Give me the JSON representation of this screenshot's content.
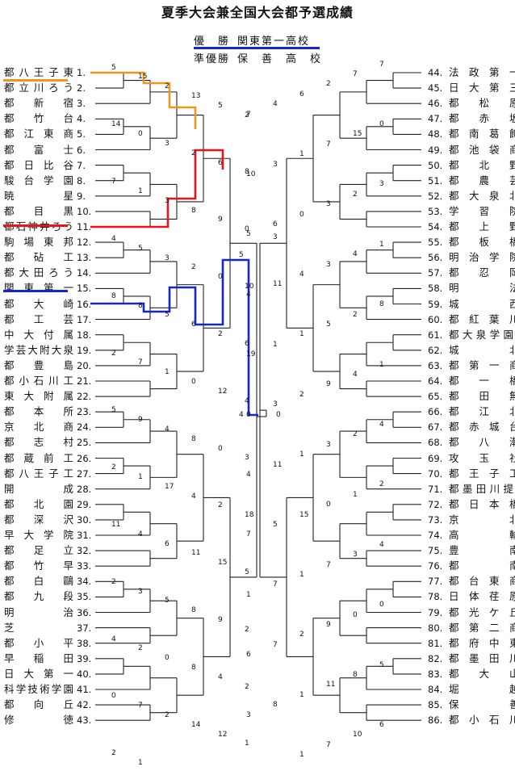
{
  "title": "夏季大会兼全国大会都予選成績",
  "champion": {
    "label": "優　勝",
    "team": "関東第一高校"
  },
  "runner_up": {
    "label": "準優勝",
    "team": "保　善　高　校"
  },
  "colors": {
    "orange": "#f0961e",
    "red": "#e8141e",
    "blue": "#1428d2",
    "line": "#222222"
  },
  "left_teams": [
    "都八王子東",
    "都立川ろう",
    "都　新　宿",
    "都　竹　台",
    "都江東商",
    "都　富　士",
    "都日比谷",
    "駿台学園",
    "暁　　　星",
    "都　目　黒",
    "都石神井ろう",
    "駒場東邦",
    "都　砧　工",
    "都大田ろう",
    "関東第一",
    "都　大　崎",
    "都　工　芸",
    "中大付属",
    "学芸大附大泉",
    "都　豊　島",
    "都小石川工",
    "東大附属",
    "都　本　所",
    "京　北　商",
    "都　志　村",
    "都蔵前工",
    "都八王子工",
    "開　　　成",
    "都　北　園",
    "都　深　沢",
    "早大学院",
    "都　足　立",
    "都　竹　早",
    "都　白　鷗",
    "都　九　段",
    "明　　　治",
    "芝",
    "都　小　平",
    "早　稲　田",
    "日大第一",
    "科学技術学園",
    "都　向　丘",
    "修　　　徳"
  ],
  "left_nums": [
    "1.",
    "2.",
    "3.",
    "4.",
    "5.",
    "6.",
    "7.",
    "8.",
    "9.",
    "10.",
    "11.",
    "12.",
    "13.",
    "14.",
    "15.",
    "16.",
    "17.",
    "18.",
    "19.",
    "20.",
    "21.",
    "22.",
    "23.",
    "24.",
    "25.",
    "26.",
    "27.",
    "28.",
    "29.",
    "30.",
    "31.",
    "32.",
    "33.",
    "34.",
    "35.",
    "36.",
    "37.",
    "38.",
    "39.",
    "40.",
    "41.",
    "42.",
    "43."
  ],
  "right_teams": [
    "法　政　第　一",
    "日　大　第　三",
    "都　　松　　原",
    "都　　赤　　坂",
    "都　南　葛　飾",
    "都　池　袋　商",
    "都　　北　　野",
    "都　　農　　芸",
    "都　大　泉　北",
    "学　　習　　院",
    "都　　上　　野",
    "都　　板　　橋",
    "明　治　学　院",
    "都　　忍　　岡",
    "明　　　　　法",
    "城　　　　　西",
    "都　紅　葉　川",
    "都大泉学園",
    "城　　　　　北",
    "都　第　一　商",
    "都　　一　　橋",
    "都　　田　　無",
    "都　　江　　北",
    "都　赤　城　台",
    "都　　八　　潮",
    "攻　　玉　　社",
    "都　王　子　工",
    "都墨田川提",
    "都　日　本　橋",
    "京　　　　　北",
    "高　　　　　輪",
    "豊　　　　　南",
    "都　　　　　南",
    "都　台　東　商",
    "日　体　荏　原",
    "都　光　ケ　丘",
    "都　第　二　商",
    "都　府　中　東",
    "都　墨　田　川",
    "都　　大　　山",
    "堀　　　　　越",
    "保　　　　　善",
    "都　小　石　川"
  ],
  "right_nums": [
    "44.",
    "45.",
    "46.",
    "47.",
    "48.",
    "49.",
    "50.",
    "51.",
    "52.",
    "53.",
    "54.",
    "55.",
    "56.",
    "57.",
    "58.",
    "59.",
    "60.",
    "61.",
    "62.",
    "63.",
    "64.",
    "65.",
    "66.",
    "67.",
    "68.",
    "69.",
    "70.",
    "71.",
    "72.",
    "73.",
    "74.",
    "75.",
    "76.",
    "77.",
    "78.",
    "79.",
    "80.",
    "81.",
    "82.",
    "83.",
    "84.",
    "85.",
    "86."
  ],
  "left_scores": [
    "5",
    "15",
    "2",
    "13",
    "5",
    "2",
    "14",
    "0",
    "3",
    "2",
    "6",
    "8",
    "7",
    "1",
    "3",
    "8",
    "9",
    "0",
    "4",
    "5",
    "3",
    "2",
    "0",
    "10",
    "8",
    "8",
    "5",
    "6",
    "2",
    "6",
    "2",
    "7",
    "1",
    "0",
    "12",
    "4",
    "5",
    "9",
    "4",
    "8",
    "0",
    "3",
    "2",
    "1",
    "17",
    "4",
    "2",
    "18",
    "11",
    "4",
    "6",
    "11",
    "15",
    "5",
    "2",
    "3",
    "5",
    "8",
    "9",
    "2",
    "4",
    "2",
    "0",
    "8",
    "4",
    "2",
    "0",
    "7",
    "2",
    "14",
    "12",
    "1",
    "2",
    "1",
    "4",
    "0",
    "2",
    "5"
  ],
  "right_scores": [
    "7",
    "7",
    "2",
    "6",
    "4",
    "7",
    "0",
    "15",
    "7",
    "1",
    "3",
    "10",
    "3",
    "2",
    "3",
    "0",
    "6",
    "5",
    "1",
    "4",
    "3",
    "4",
    "11",
    "4",
    "8",
    "2",
    "5",
    "1",
    "1",
    "19",
    "1",
    "4",
    "9",
    "2",
    "3",
    "0",
    "4",
    "2",
    "3",
    "1",
    "11",
    "4",
    "2",
    "1",
    "0",
    "15",
    "5",
    "7",
    "4",
    "3",
    "7",
    "1",
    "7",
    "1",
    "0",
    "0",
    "9",
    "2",
    "7",
    "6",
    "5",
    "8",
    "11",
    "1",
    "8",
    "3",
    "6",
    "10",
    "7",
    "1"
  ],
  "final_scores": {
    "left": "4",
    "right": "0",
    "left_semi": "5",
    "right_semi": "3"
  }
}
